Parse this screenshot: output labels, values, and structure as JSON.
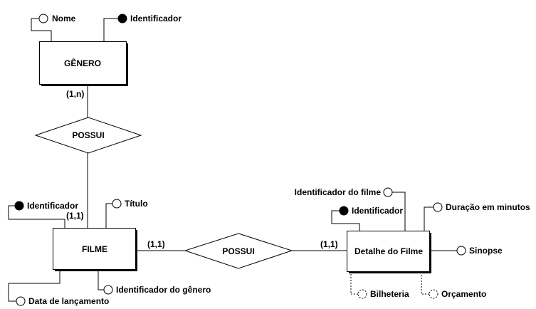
{
  "entities": {
    "genero": "GÊNERO",
    "filme": "FILME",
    "detalhe": "Detalhe do Filme"
  },
  "relationships": {
    "genero_filme": "POSSUI",
    "filme_detalhe": "POSSUI"
  },
  "cardinalities": {
    "genero": "(1,n)",
    "filme_top": "(1,1)",
    "filme_right": "(1,1)",
    "detalhe_left": "(1,1)"
  },
  "attributes": {
    "genero": {
      "nome": "Nome",
      "identificador": "Identificador"
    },
    "filme": {
      "identificador": "Identificador",
      "titulo": "Título",
      "identificador_genero": "Identificador do gênero",
      "data_lancamento": "Data de lançamento"
    },
    "detalhe": {
      "identificador_filme": "Identificador do filme",
      "identificador": "Identificador",
      "duracao": "Duração em minutos",
      "sinopse": "Sinopse",
      "bilheteria": "Bilheteria",
      "orcamento": "Orçamento"
    }
  }
}
